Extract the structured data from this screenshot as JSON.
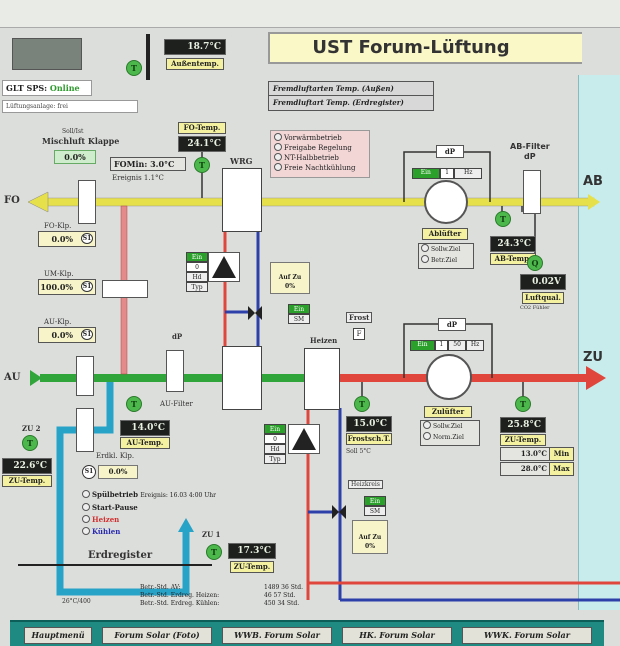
{
  "title": "UST Forum-Lüftung",
  "status": {
    "plc_label": "GLT SPS:",
    "plc_state": "Online",
    "plc_state_color": "#2e9a2e",
    "info_line": "Lüftungsanlage: frei"
  },
  "outside": {
    "temp": "18.7°C",
    "label": "Außentemp."
  },
  "legend": {
    "line1": "Fremdluftarten Temp. (Außen)",
    "line2": "Fremdluftart Temp. (Erdregister)"
  },
  "modes": [
    "Vorwärmbetrieb",
    "Freigabe Regelung",
    "NT-Halbbetrieb",
    "Freie Nachtkühlung"
  ],
  "flows": {
    "fo": "FO",
    "au": "AU",
    "ab": "AB",
    "zu": "ZU"
  },
  "fo_temp": {
    "label": "FO-Temp.",
    "value": "24.1°C"
  },
  "mixing_damper": {
    "caption": "Soll/Ist",
    "name": "Mischluft Klappe",
    "value": "0.0%"
  },
  "fo_min": {
    "label": "FOMin:",
    "value": "3.0°C",
    "sub_label": "Ereignis",
    "sub_value": "1.1°C"
  },
  "dampers": [
    {
      "name": "FO-Klp.",
      "value": "0.0%",
      "state": "S1"
    },
    {
      "name": "UM-Klp.",
      "value": "100.0%",
      "state": "S1"
    },
    {
      "name": "AU-Klp.",
      "value": "0.0%",
      "state": "S1"
    }
  ],
  "wrg": {
    "label": "WRG"
  },
  "wrg_pump": {
    "state": "Ein",
    "mode": "0",
    "hand": "Hd",
    "type": "Typ"
  },
  "wrg_valve": {
    "open": "Auf",
    "close": "Zu",
    "value": "0%",
    "state": "Ein",
    "mode": "SM"
  },
  "au_filter": {
    "label": "dP",
    "name": "AU-Filter"
  },
  "au_temp": {
    "value": "14.0°C",
    "label": "AU-Temp."
  },
  "zu2": {
    "name": "ZU 2",
    "value": "22.6°C",
    "label": "ZU-Temp."
  },
  "erdreg_damper": {
    "name": "Erdkl. Klp.",
    "value": "0.0%",
    "state": "S1"
  },
  "erd_modes": [
    {
      "label": "Spülbetrieb",
      "extra": "Ereignis: 16.03 4:00 Uhr",
      "color": "#222"
    },
    {
      "label": "Start-Pause",
      "extra": "",
      "color": "#222"
    },
    {
      "label": "Heizen",
      "extra": "",
      "color": "#d03030"
    },
    {
      "label": "Kühlen",
      "extra": "",
      "color": "#2a2ab0"
    }
  ],
  "erdregister": {
    "label": "Erdregister",
    "zu1": "ZU 1",
    "value": "17.3°C",
    "temp_label": "ZU-Temp.",
    "code": "26°C/400"
  },
  "counters": {
    "rows": [
      {
        "label": "Betr.-Std. AV:",
        "value": "1489 36 Std."
      },
      {
        "label": "Betr.-Std. Erdreg. Heizen:",
        "value": "46 57 Std."
      },
      {
        "label": "Betr.-Std. Erdreg. Kühlen:",
        "value": "450 34 Std."
      }
    ]
  },
  "heater": {
    "label": "Heizen",
    "frost_label": "Frost",
    "frost_state": "F",
    "temp": "15.0°C",
    "temp_label": "Frostsch.T.",
    "sub": "Soll 5°C",
    "valve_label": "Heizkreis",
    "valve_state": "Ein",
    "valve_mode": "SM",
    "valve_value": "0%",
    "valve_open": "Auf",
    "valve_close": "Zu"
  },
  "heater_pump": {
    "state": "Ein",
    "mode": "0",
    "hand": "Hd",
    "type": "Typ"
  },
  "exhaust_fan": {
    "name": "Ablüfter",
    "dp": "dP",
    "state": "Ein",
    "mode": "1",
    "freq": "Hz",
    "opt1": "Sollw.Ziel",
    "opt2": "Betr.Ziel"
  },
  "ab_filter": {
    "name": "AB-Filter",
    "sub": "dP"
  },
  "ab_temp": {
    "value": "24.3°C",
    "label": "AB-Temp."
  },
  "air_quality": {
    "value": "0.02V",
    "label": "Luftqual.",
    "sub": "CO2 Fühler"
  },
  "supply_fan": {
    "name": "Zulüfter",
    "dp": "dP",
    "state": "Ein",
    "mode": "1",
    "freq": "50",
    "unit": "Hz",
    "opt1": "Sollw.Ziel",
    "opt2": "Norm.Ziel"
  },
  "zu_temp": {
    "value": "25.8°C",
    "label": "ZU-Temp.",
    "min_value": "13.0°C",
    "min_label": "Min",
    "max_value": "28.0°C",
    "max_label": "Max"
  },
  "nav": [
    "Hauptmenü",
    "Forum Solar (Foto)",
    "WWB. Forum Solar",
    "HK. Forum Solar",
    "WWK. Forum Solar"
  ],
  "colors": {
    "fo_duct": "#e6e04a",
    "au_duct": "#2fa53a",
    "zu_duct": "#e0463c",
    "earth_duct": "#27a3c8",
    "heat_pipe": "#e0463c",
    "cold_pipe": "#2d3fa8",
    "nav_bg": "#1e8a82",
    "title_bg": "#fbf8c8",
    "sidepanel": "#c8ecec"
  }
}
